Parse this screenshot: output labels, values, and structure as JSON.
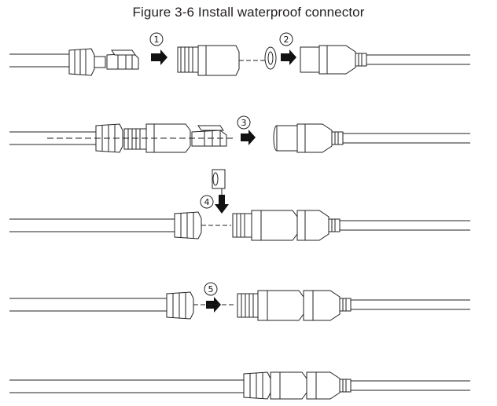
{
  "title": "Figure 3-6 Install waterproof connector",
  "steps": [
    "1",
    "2",
    "3",
    "4",
    "5"
  ]
}
